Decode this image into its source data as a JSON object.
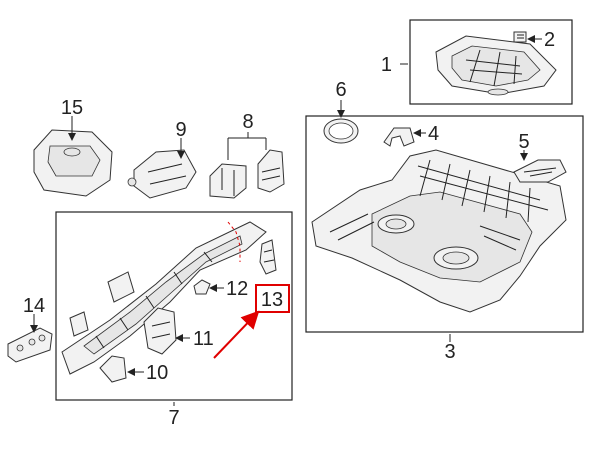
{
  "diagram": {
    "callouts": {
      "c1": "1",
      "c2": "2",
      "c3": "3",
      "c4": "4",
      "c5": "5",
      "c6": "6",
      "c7": "7",
      "c8": "8",
      "c9": "9",
      "c10": "10",
      "c11": "11",
      "c12": "12",
      "c13": "13",
      "c14": "14",
      "c15": "15"
    },
    "highlight": {
      "callout": "13",
      "color": "#e00000"
    },
    "colors": {
      "line": "#222222",
      "part_fill": "#f2f2f2",
      "highlight": "#e00000"
    }
  }
}
